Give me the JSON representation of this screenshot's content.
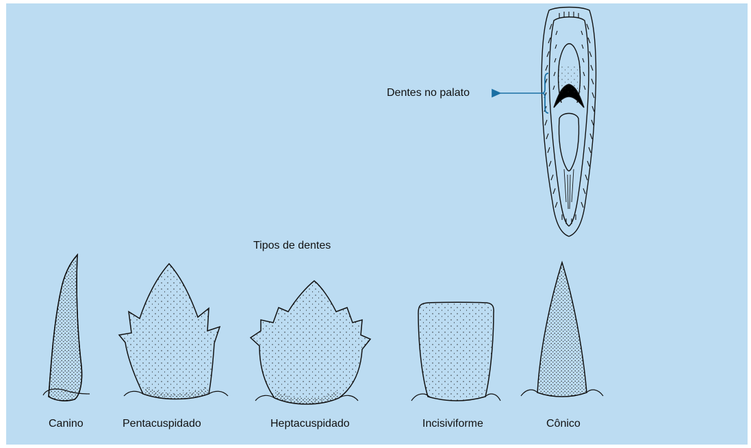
{
  "colors": {
    "background": "#bcdcf2",
    "accent_arrow": "#1a6fa3"
  },
  "palate": {
    "label": "Dentes no palato"
  },
  "section_title": "Tipos de dentes",
  "teeth": [
    {
      "id": "canino",
      "label": "Canino"
    },
    {
      "id": "pentacuspidado",
      "label": "Pentacuspidado"
    },
    {
      "id": "heptacuspidado",
      "label": "Heptacuspidado"
    },
    {
      "id": "incisiviforme",
      "label": "Incisiviforme"
    },
    {
      "id": "conico",
      "label": "Cônico"
    }
  ]
}
